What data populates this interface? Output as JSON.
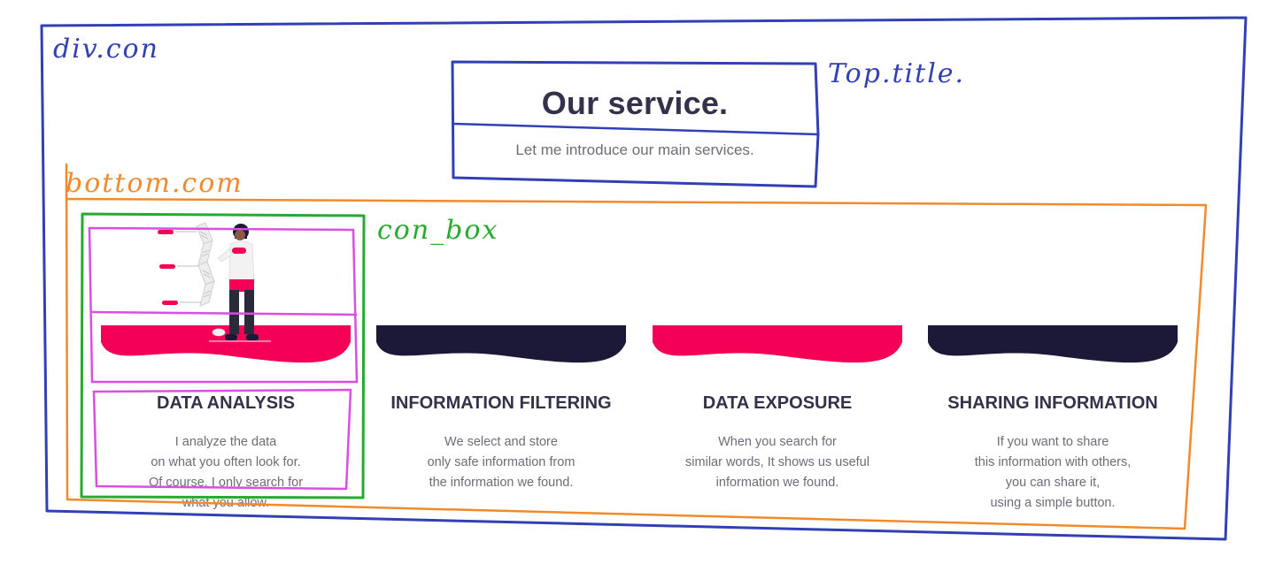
{
  "annotations": {
    "div_con": "div.con",
    "top_title": "Top.title.",
    "bottom_con": "bottom.com",
    "con_box": "con_box"
  },
  "header": {
    "title": "Our service.",
    "subtitle": "Let me introduce our main services."
  },
  "cards": [
    {
      "title": "DATA ANALYSIS",
      "lines": [
        "I analyze the data",
        "on what you often look for.",
        "Of course, I only search for",
        "what you allow."
      ],
      "wave_color": "#f50057",
      "icon": "person-with-flowchart-illustration"
    },
    {
      "title": "INFORMATION FILTERING",
      "lines": [
        "We select and store",
        "only safe information from",
        "the information we found."
      ],
      "wave_color": "#1b1838"
    },
    {
      "title": "DATA EXPOSURE",
      "lines": [
        "When you search for",
        "similar words, It shows us useful",
        "information we found."
      ],
      "wave_color": "#f50057"
    },
    {
      "title": "SHARING INFORMATION",
      "lines": [
        "If you want to share",
        "this information with others,",
        "you can share it,",
        "using a simple button."
      ],
      "wave_color": "#1b1838"
    }
  ],
  "colors": {
    "div_con_border": "#3140b5",
    "bottom_con_border": "#f08a2c",
    "con_box_border": "#27ab2e",
    "illustration_border": "#d94fe0",
    "heading": "#33324a",
    "body_text": "#6d6c78"
  }
}
